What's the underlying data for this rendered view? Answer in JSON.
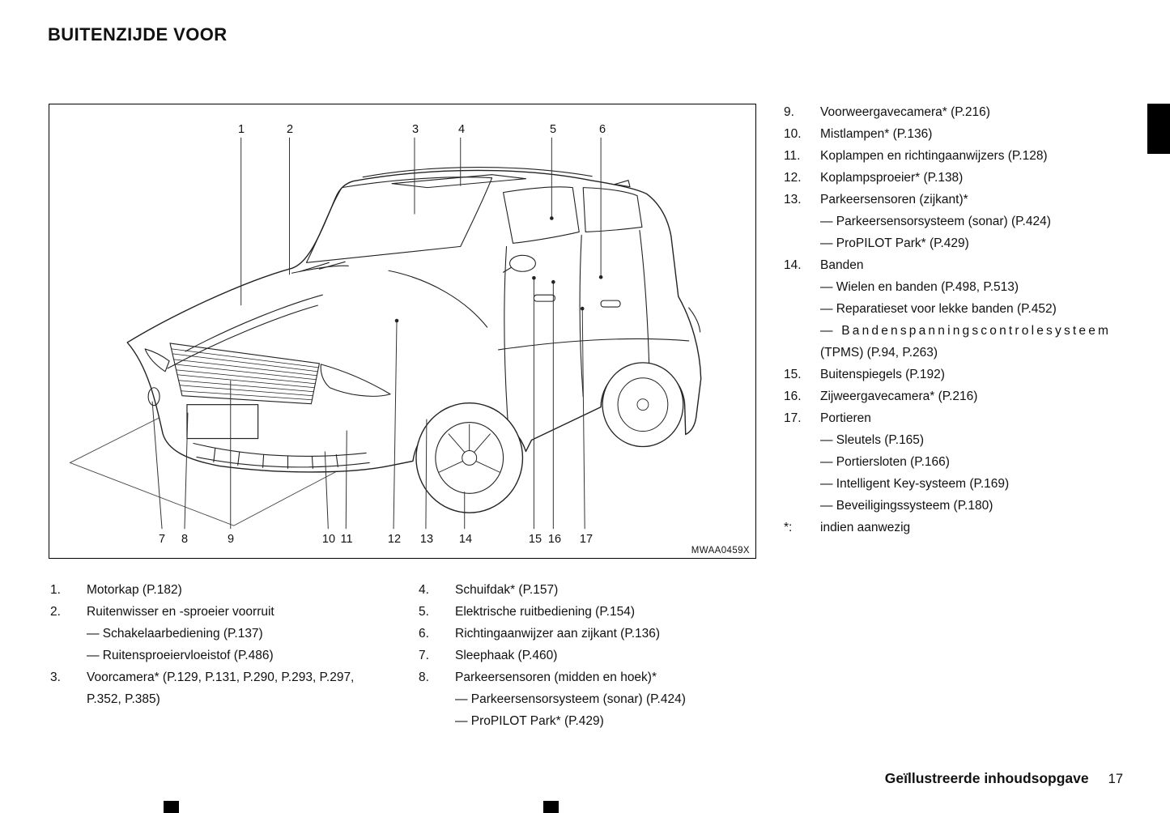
{
  "page": {
    "title": "BUITENZIJDE VOOR",
    "footer_label": "Geïllustreerde inhoudsopgave",
    "footer_page": "17"
  },
  "figure": {
    "code": "MWAA0459X",
    "callouts": {
      "top": [
        "1",
        "2",
        "3",
        "4",
        "5",
        "6"
      ],
      "bottom": [
        "7",
        "8",
        "9",
        "10",
        "11",
        "12",
        "13",
        "14",
        "15",
        "16",
        "17"
      ]
    }
  },
  "list_left": [
    {
      "num": "1.",
      "text": "Motorkap (P.182)"
    },
    {
      "num": "2.",
      "text": "Ruitenwisser en -sproeier voorruit",
      "subs": [
        "— Schakelaarbediening (P.137)",
        "— Ruitensproeiervloeistof (P.486)"
      ]
    },
    {
      "num": "3.",
      "text": "Voorcamera* (P.129, P.131, P.290, P.293, P.297, P.352, P.385)"
    }
  ],
  "list_middle": [
    {
      "num": "4.",
      "text": "Schuifdak* (P.157)"
    },
    {
      "num": "5.",
      "text": "Elektrische ruitbediening (P.154)"
    },
    {
      "num": "6.",
      "text": "Richtingaanwijzer aan zijkant (P.136)"
    },
    {
      "num": "7.",
      "text": "Sleephaak (P.460)"
    },
    {
      "num": "8.",
      "text": "Parkeersensoren (midden en hoek)*",
      "subs": [
        "— Parkeersensorsysteem (sonar) (P.424)",
        "— ProPILOT Park* (P.429)"
      ]
    }
  ],
  "list_right": [
    {
      "num": "9.",
      "text": "Voorweergavecamera* (P.216)"
    },
    {
      "num": "10.",
      "text": "Mistlampen* (P.136)"
    },
    {
      "num": "11.",
      "text": "Koplampen en richtingaanwijzers (P.128)"
    },
    {
      "num": "12.",
      "text": "Koplampsproeier* (P.138)"
    },
    {
      "num": "13.",
      "text": "Parkeersensoren (zijkant)*",
      "subs": [
        "— Parkeersensorsysteem (sonar) (P.424)",
        "— ProPILOT Park* (P.429)"
      ]
    },
    {
      "num": "14.",
      "text": "Banden",
      "subs": [
        "— Wielen en banden (P.498, P.513)",
        "— Reparatieset voor lekke banden (P.452)",
        "— Bandenspanningscontrolesysteem",
        "(TPMS) (P.94, P.263)"
      ]
    },
    {
      "num": "15.",
      "text": "Buitenspiegels (P.192)"
    },
    {
      "num": "16.",
      "text": "Zijweergavecamera* (P.216)"
    },
    {
      "num": "17.",
      "text": "Portieren",
      "subs": [
        "— Sleutels (P.165)",
        "— Portiersloten (P.166)",
        "— Intelligent Key-systeem (P.169)",
        "— Beveiligingssysteem (P.180)"
      ]
    }
  ],
  "footnote": {
    "num": "*:",
    "text": "indien aanwezig"
  }
}
